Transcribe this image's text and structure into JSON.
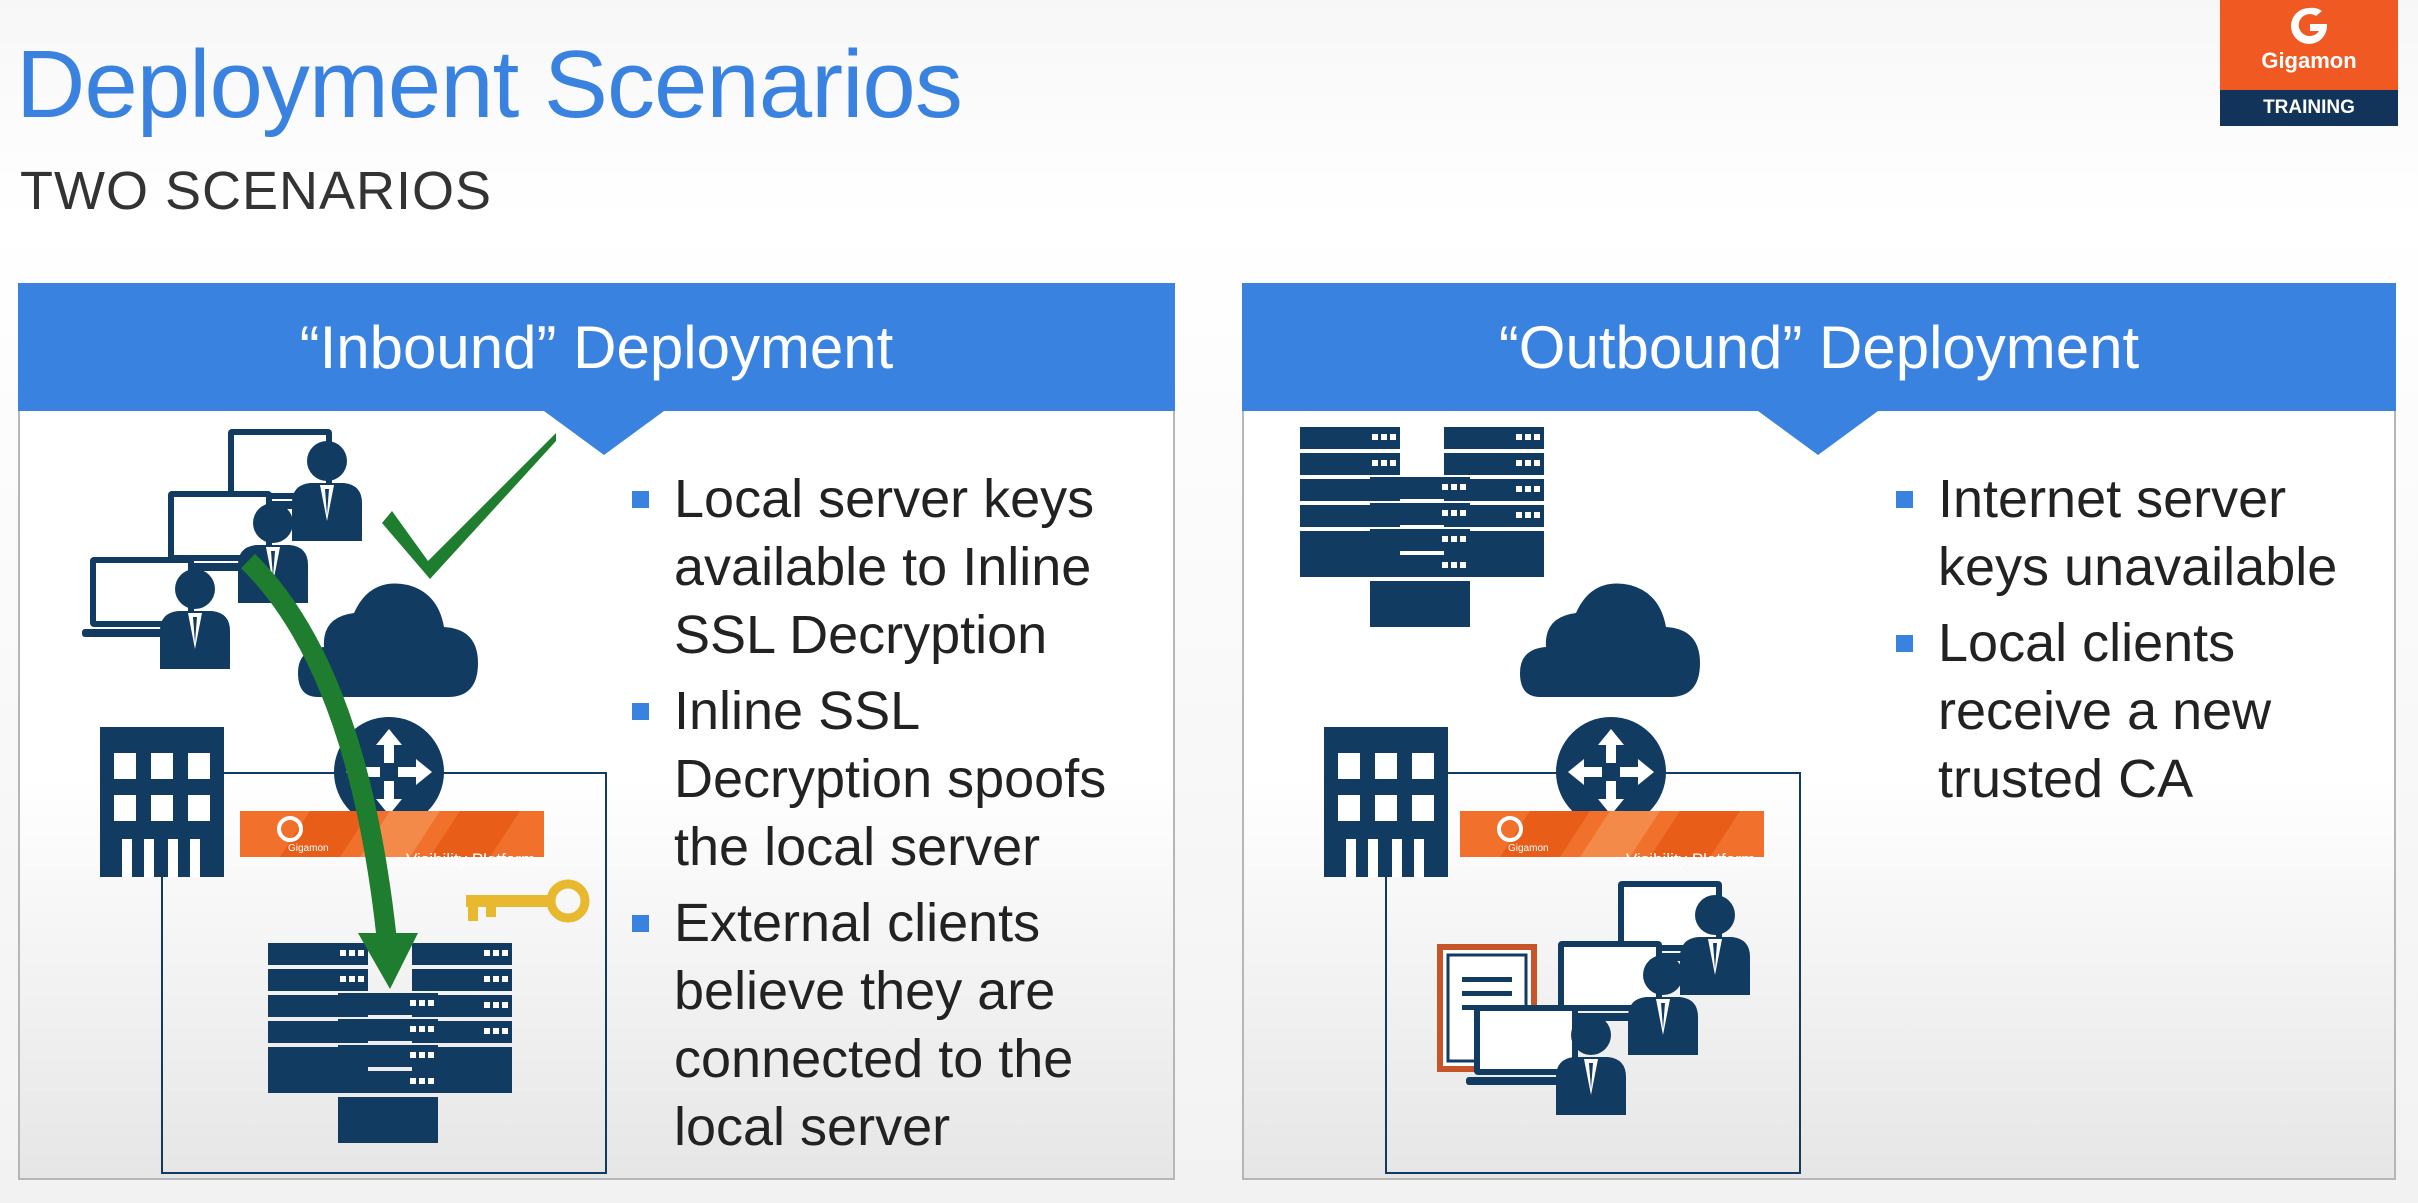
{
  "slide": {
    "title": "Deployment Scenarios",
    "subtitle": "TWO SCENARIOS"
  },
  "logo": {
    "brand": "Gigamon",
    "tagline": "TRAINING",
    "color": "#f05a22",
    "strip_color": "#13345a"
  },
  "inbound": {
    "heading": "“Inbound” Deployment",
    "bullets": [
      "Local server keys available to Inline SSL Decryption",
      "Inline SSL Decryption spoofs the local server",
      "External clients believe they are connected to the local server"
    ],
    "platform_label": "Visibility Platform",
    "platform_brand": "Gigamon"
  },
  "outbound": {
    "heading": "“Outbound” Deployment",
    "bullets": [
      "Internet server keys unavailable",
      "Local clients receive a new trusted CA"
    ],
    "platform_label": "Visibility Platform",
    "platform_brand": "Gigamon"
  },
  "icons": [
    "server-rack-icon",
    "users-icon",
    "laptop-icon",
    "cloud-icon",
    "router-icon",
    "building-icon",
    "key-icon",
    "checkmark-icon",
    "certificate-icon",
    "arrow-icon"
  ],
  "colors": {
    "accent": "#3a82e0",
    "icon": "#123b62",
    "check": "#1e7d2e",
    "key": "#e8b92e",
    "platform": "#f0702c"
  }
}
